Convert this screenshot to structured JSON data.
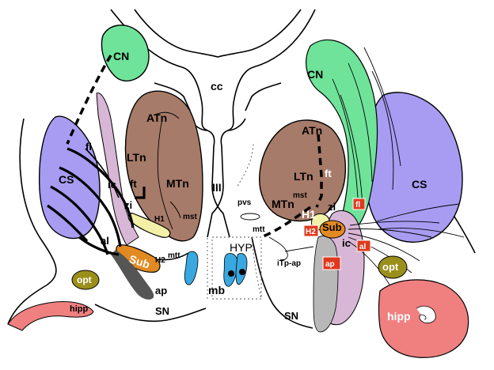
{
  "colors": {
    "cn": "#6fe39a",
    "cs": "#a79cf2",
    "thalamus": "#a77b69",
    "ic": "#d8b6d6",
    "zi": "#f3f0a8",
    "sub": "#e28a22",
    "opt": "#9a8f1a",
    "hipp": "#f08080",
    "fornix": "#3aa8e0",
    "ap": "#555555",
    "label_box": "#e0381e"
  },
  "left": {
    "cn": "CN",
    "cs": "CS",
    "fl": "fl",
    "ic": "ic",
    "atn": "ATn",
    "ltn": "LTn",
    "mtn": "MTn",
    "ft": "ft",
    "zi": "zi",
    "h1": "H1",
    "h2": "H2",
    "mst": "mst",
    "mtt": "mtt",
    "sub": "Sub",
    "al": "al",
    "ap": "ap",
    "opt": "opt",
    "hipp": "hipp",
    "sn": "SN"
  },
  "center": {
    "cc": "cc",
    "iii": "III",
    "mb": "mb",
    "hyp": "HYP"
  },
  "right": {
    "cn": "CN",
    "cs": "CS",
    "atn": "ATn",
    "ltn": "LTn",
    "ft": "ft",
    "mtn": "MTn",
    "mst": "mst",
    "pvs": "pvs",
    "mtt": "mtt",
    "h1": "H1",
    "h2": "H2",
    "zi": "zi",
    "fl": "fl",
    "sub": "Sub",
    "ic": "ic",
    "al": "al",
    "ap": "ap",
    "itp_ap": "iTp-ap",
    "opt": "opt",
    "hipp": "hipp",
    "sn": "SN"
  }
}
